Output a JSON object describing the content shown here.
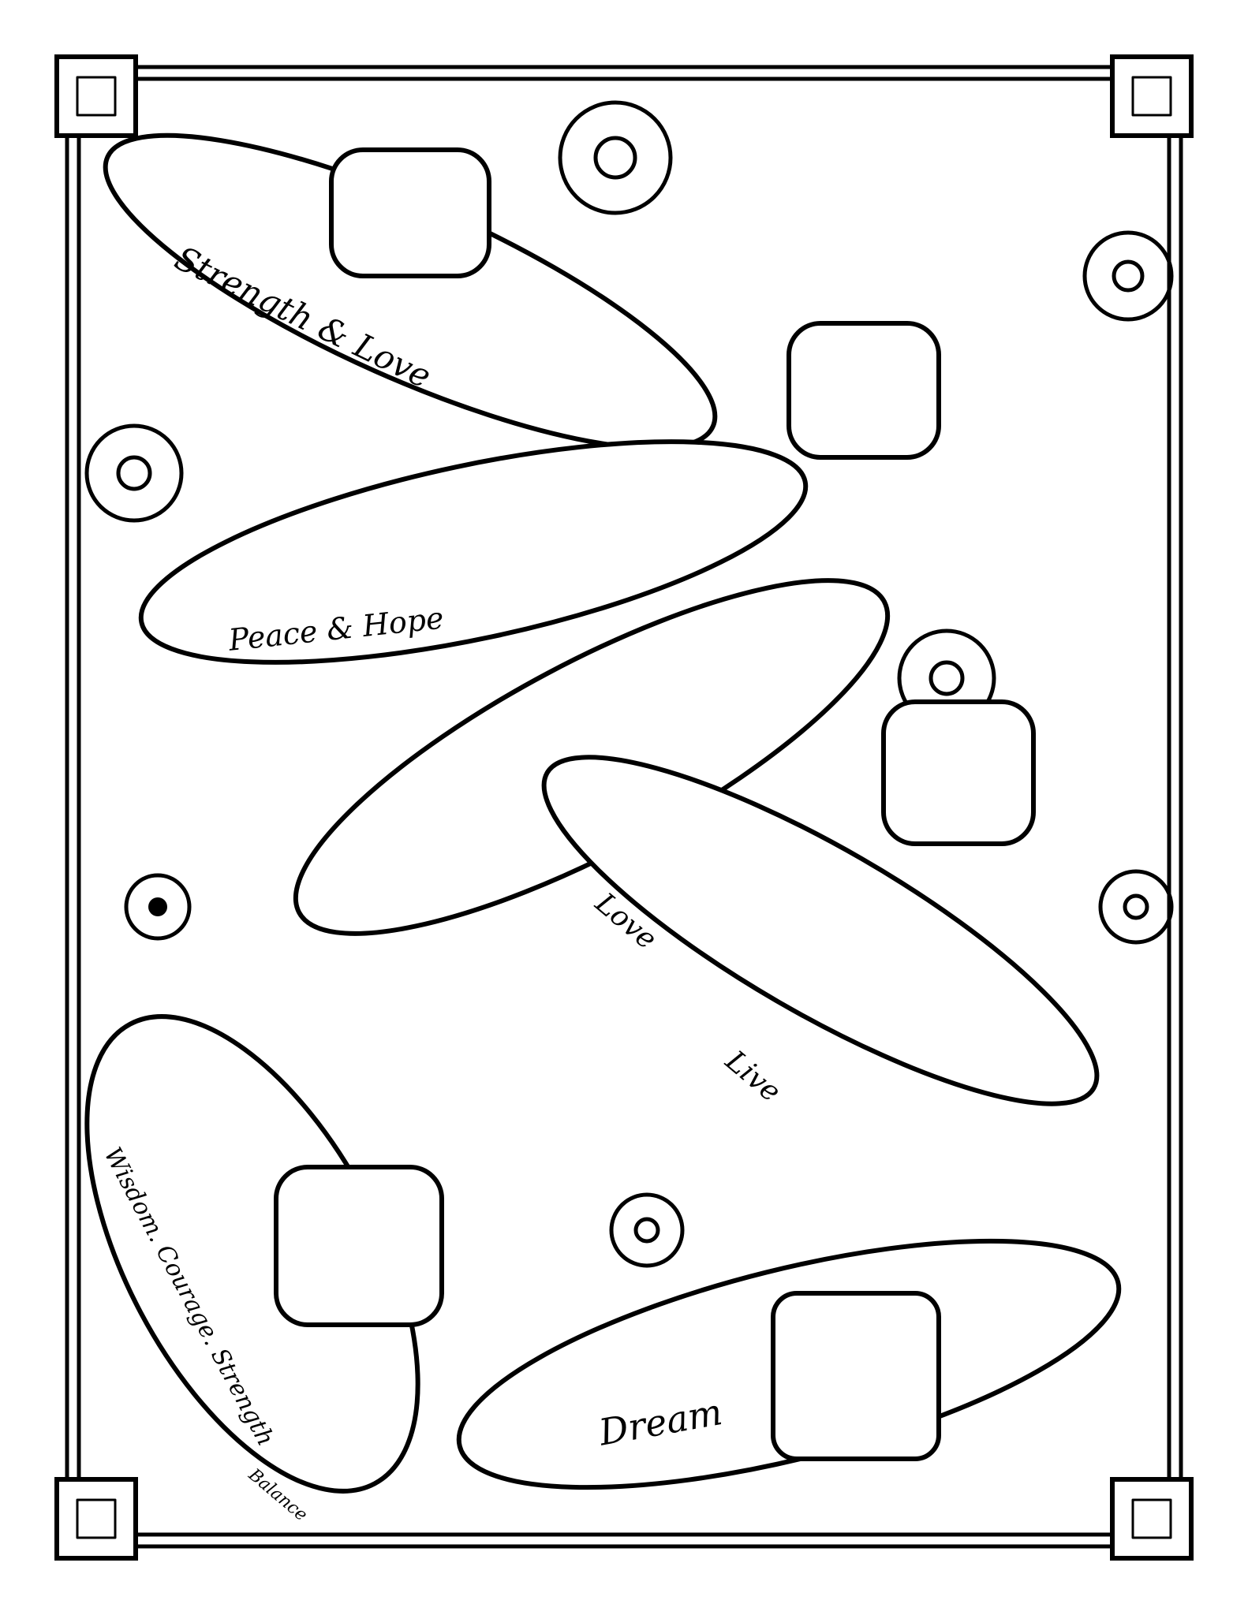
{
  "artwork": {
    "type": "coloring-page",
    "theme": "bracelets with elephant charms",
    "palette": {
      "ink": "#000000",
      "paper": "#ffffff"
    }
  },
  "inscriptions": {
    "strength_love": "Strength & Love",
    "peace_hope": "Peace & Hope",
    "love": "Love",
    "live": "Live",
    "wisdom_courage_strength": "Wisdom. Courage. Strength",
    "balance": "Balance",
    "dream": "Dream"
  },
  "elements": {
    "corner_gems": [
      "top-left",
      "top-right",
      "bottom-left",
      "bottom-right"
    ],
    "border": "rope-braid",
    "bracelets": [
      "strength-love-bangle",
      "peace-hope-charm-bracelet",
      "octagon-gem-bracelet",
      "love-live-drop-bracelet",
      "wisdom-cuff",
      "dream-bracelet"
    ],
    "elephant_charms": 5,
    "earrings": 2
  }
}
